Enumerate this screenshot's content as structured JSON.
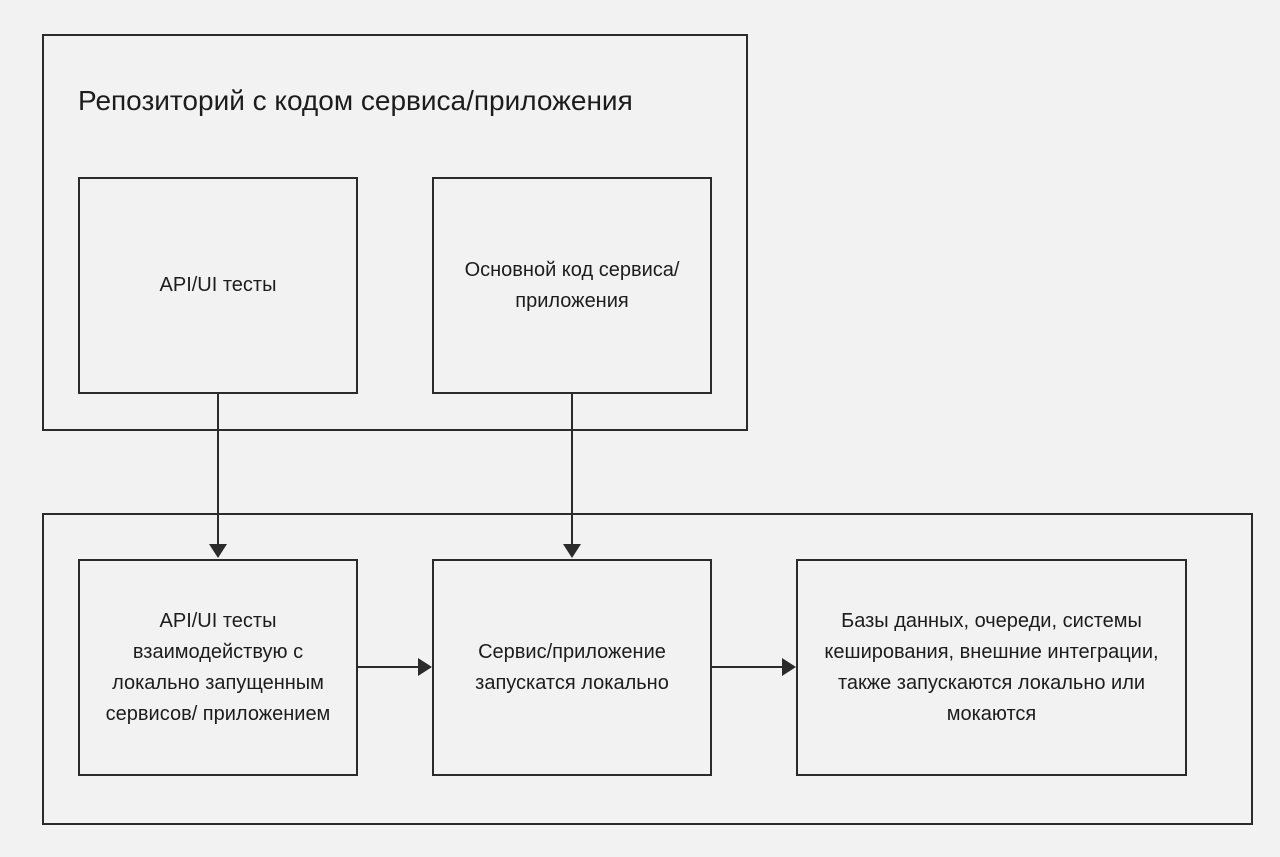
{
  "repo_group": {
    "title": "Репозиторий с кодом сервиса/приложения"
  },
  "nodes": {
    "api_ui_tests": "API/UI тесты",
    "main_code": "Основной код сервиса/ приложения",
    "tests_interaction": "API/UI тесты взаимодействую с локально запущенным сервисов/ приложением",
    "service_local": "Сервис/приложение запускатся локально",
    "infra": "Базы данных, очереди, системы кеширования, внешние интеграции, также запускаются локально или мокаются"
  },
  "colors": {
    "background": "#f2f2f2",
    "stroke": "#2b2b2b"
  }
}
